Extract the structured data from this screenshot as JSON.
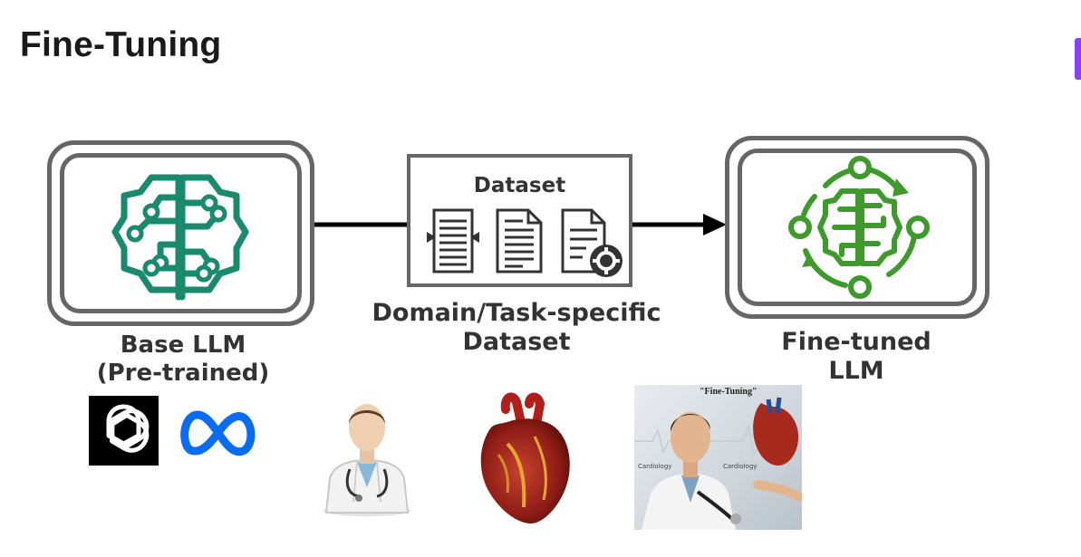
{
  "title": "Fine-Tuning",
  "base": {
    "line1": "Base LLM",
    "line2": "(Pre-trained)"
  },
  "dataset": {
    "box_label": "Dataset",
    "caption_line1": "Domain/Task-specific",
    "caption_line2": "Dataset"
  },
  "finetuned": {
    "line1": "Fine-tuned",
    "line2": "LLM"
  },
  "image_caption": {
    "title": "\"Fine-Tuning\"",
    "tag1": "Cardiology",
    "tag2": "Cardiology"
  },
  "icons": [
    "brain-circuit-icon",
    "openai-logo-icon",
    "meta-logo-icon",
    "document-compress-icon",
    "document-lines-icon",
    "document-gear-icon",
    "brain-cycle-icon",
    "doctor-icon",
    "heart-icon"
  ],
  "colors": {
    "base_brain": "#1a8a6e",
    "finetuned_brain": "#3f9a2c",
    "frame": "#666666",
    "meta_blue": "#0a6cf0",
    "accent": "#8a3ffc"
  }
}
